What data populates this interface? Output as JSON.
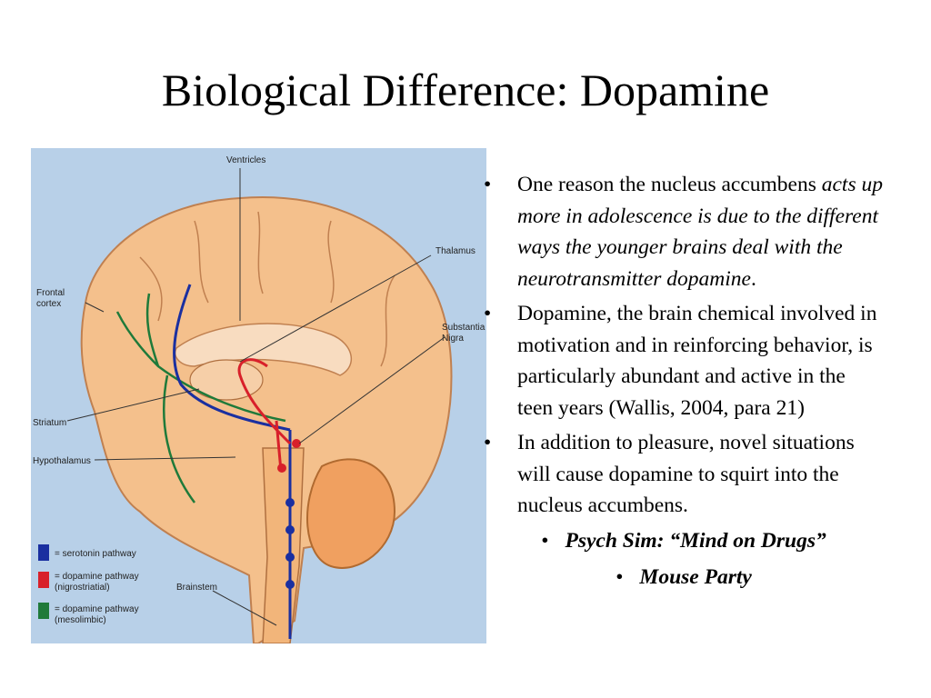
{
  "slide": {
    "title": "Biological Difference:  Dopamine"
  },
  "figure": {
    "labels": {
      "ventricles": "Ventricles",
      "thalamus": "Thalamus",
      "frontal1": "Frontal",
      "frontal2": "cortex",
      "substantia1": "Substantia",
      "substantia2": "Nigra",
      "striatum": "Striatum",
      "hypothalamus": "Hypothalamus",
      "brainstem": "Brainstem"
    },
    "legend": {
      "serotonin": "= serotonin pathway",
      "nigro1": "= dopamine pathway",
      "nigro2": "(nigrostriatial)",
      "meso1": "= dopamine pathway",
      "meso2": "(mesolimbic)"
    },
    "colors": {
      "brain": "#f4c08c",
      "background": "#b8d0e8",
      "serotonin": "#1a2fa0",
      "nigrostriatal": "#d8202a",
      "mesolimbic": "#1f7a3a"
    }
  },
  "bullets": {
    "b1_plain": "One reason the nucleus accumbens ",
    "b1_italic": "acts up more in adolescence is due to the different ways the younger brains deal with the neurotransmitter dopamine",
    "b1_end": ".",
    "b2": "Dopamine, the brain chemical involved in motivation and in reinforcing behavior, is particularly abundant and active in the teen years (Wallis, 2004, para 21)",
    "b3": "In addition to pleasure, novel situations will cause dopamine to squirt into the nucleus accumbens.",
    "b4": "Psych Sim: “Mind on Drugs”",
    "b5": "Mouse Party",
    "bullet_char": "•"
  }
}
